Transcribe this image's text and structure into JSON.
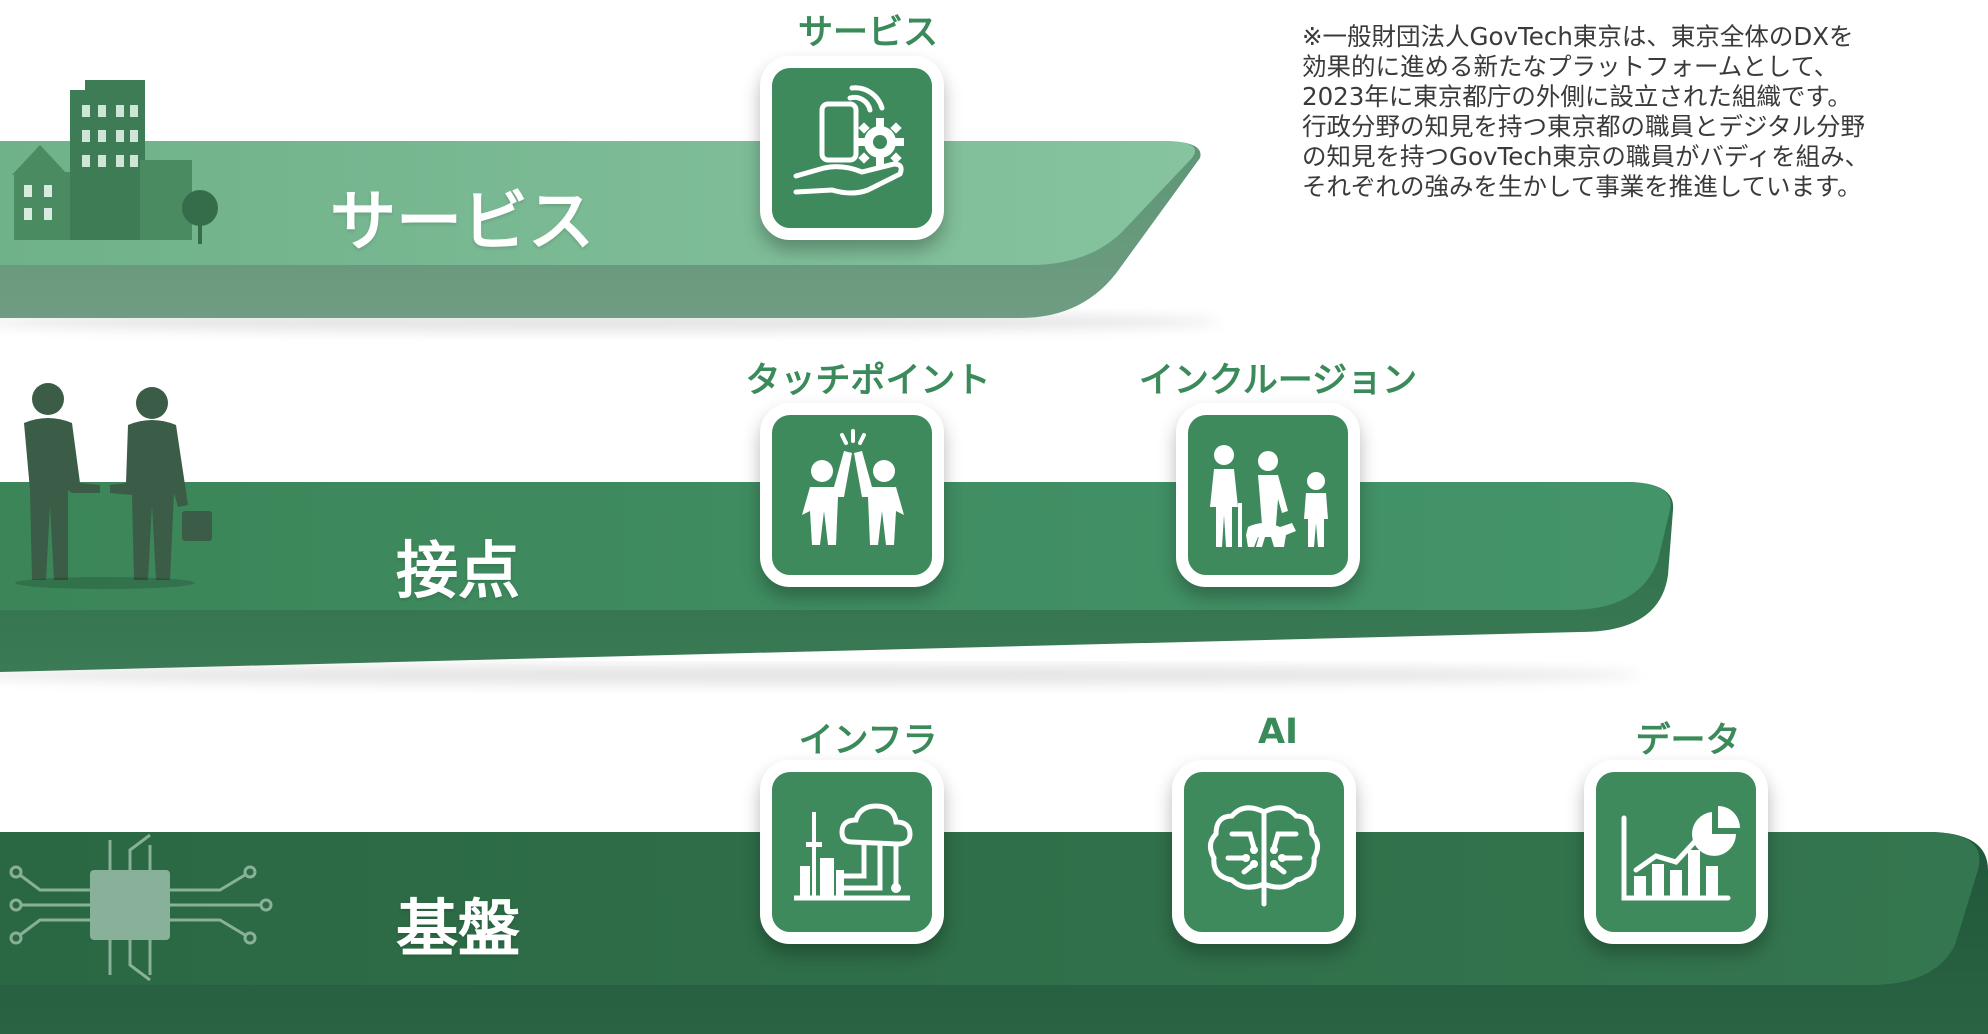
{
  "note": {
    "lines": [
      "※一般財団法人GovTech東京は、東京全体のDXを",
      "効果的に進める新たなプラットフォームとして、",
      "2023年に東京都庁の外側に設立された組織です。",
      "行政分野の知見を持つ東京都の職員とデジタル分野",
      "の知見を持つGovTech東京の職員がバディを組み、",
      "それぞれの強みを生かして事業を推進しています。"
    ]
  },
  "layers": [
    {
      "label": "サービス",
      "illustration": "buildings-icon",
      "color": "#7fbd98",
      "cards": [
        {
          "title": "サービス",
          "icon": "smartphone-gear-hand-icon"
        }
      ]
    },
    {
      "label": "接点",
      "illustration": "handshake-icon",
      "color": "#3e8a5c",
      "cards": [
        {
          "title": "タッチポイント",
          "icon": "high-five-icon"
        },
        {
          "title": "インクルージョン",
          "icon": "diverse-people-icon"
        }
      ]
    },
    {
      "label": "基盤",
      "illustration": "circuit-chip-icon",
      "color": "#2e6e46",
      "cards": [
        {
          "title": "インフラ",
          "icon": "cloud-city-icon"
        },
        {
          "title": "AI",
          "icon": "brain-circuit-icon"
        },
        {
          "title": "データ",
          "icon": "bar-chart-icon"
        }
      ]
    }
  ]
}
